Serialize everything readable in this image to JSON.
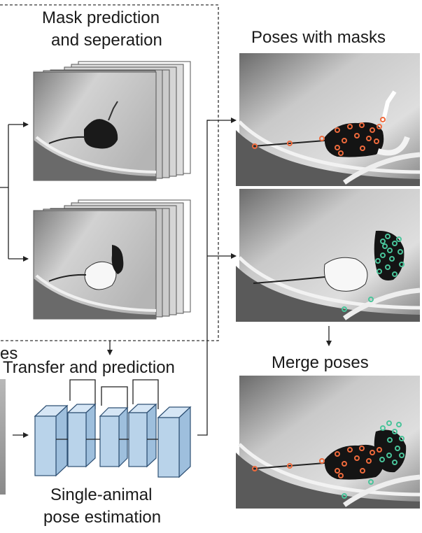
{
  "sections": {
    "mask": {
      "line1": "Mask prediction",
      "line2": "and seperation"
    },
    "poses_with_masks": "Poses with masks",
    "merge": "Merge poses",
    "transfer": "Transfer and prediction",
    "single_animal": {
      "line1": "Single-animal",
      "line2": "pose estimation"
    },
    "cut_left": "es"
  },
  "colors": {
    "orange_keypoint": "#ee6a3c",
    "green_keypoint": "#49c49a",
    "network_block": "#b9d3ea",
    "network_block_edge": "#2d4f73",
    "dashed_box": "#333333"
  }
}
